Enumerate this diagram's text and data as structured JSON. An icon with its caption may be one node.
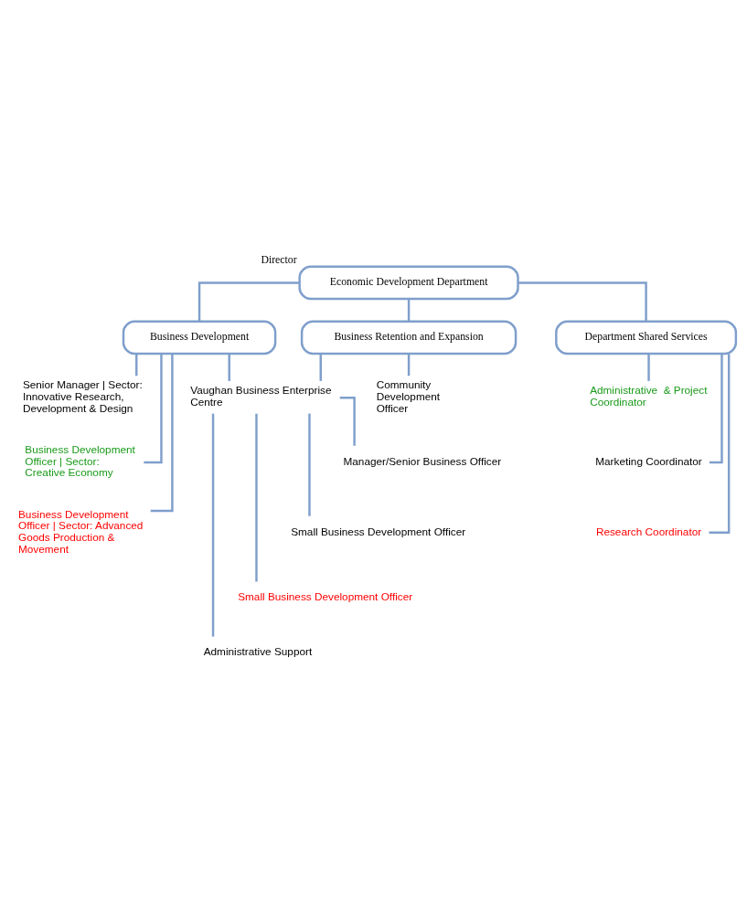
{
  "diagram": {
    "nodes": [
      {
        "text": [
          "Economic Development Department"
        ],
        "beside": [
          "Director"
        ]
      },
      {
        "text": [
          "Business Development"
        ]
      },
      {
        "text": [
          "Department Shared Services"
        ]
      },
      {
        "text": [
          "Business Retention and Expansion"
        ]
      },
      {
        "text": [
          "Senior Manager | Sector: Innovative Research, Development & Design"
        ]
      },
      {
        "text": [
          "Business Development Officer | Sector: Creative Economy"
        ]
      },
      {
        "text": [
          "Business Development Officer | Sector: Advanced Goods Production & Movement"
        ]
      },
      {
        "text": [
          "Administrative  & Project Coordinator"
        ]
      },
      {
        "text": [
          "Marketing Coordinator"
        ]
      },
      {
        "text": [
          "Research Coordinator"
        ]
      },
      {
        "text": [
          "Community Development Officer"
        ]
      },
      {
        "text": [
          "Vaughan Business Enterprise Centre"
        ]
      },
      {
        "text": [
          "Manager/Senior Business Officer"
        ]
      },
      {
        "text": [
          "Small Business Development Officer"
        ]
      },
      {
        "text": [
          "Small Business Development Officer"
        ]
      },
      {
        "text": [
          "Administrative Support"
        ]
      }
    ],
    "edges": [
      {
        "from": 0,
        "to": 1,
        "arrow": "none"
      },
      {
        "from": 0,
        "to": 2,
        "arrow": "none"
      },
      {
        "from": 0,
        "to": 3,
        "arrow": "none"
      },
      {
        "from": 1,
        "to": 4,
        "arrow": "none"
      },
      {
        "from": 1,
        "to": 5,
        "arrow": "none"
      },
      {
        "from": 1,
        "to": 6,
        "arrow": "none"
      },
      {
        "from": 2,
        "to": 7,
        "arrow": "none"
      },
      {
        "from": 2,
        "to": 8,
        "arrow": "none"
      },
      {
        "from": 2,
        "to": 9,
        "arrow": "none"
      },
      {
        "from": 3,
        "to": 10,
        "arrow": "none"
      },
      {
        "from": 1,
        "to": 11,
        "arrow": "none"
      },
      {
        "from": 3,
        "to": 11,
        "arrow": "none"
      },
      {
        "from": 11,
        "to": 12,
        "arrow": "none"
      },
      {
        "from": 11,
        "to": 13,
        "arrow": "none"
      },
      {
        "from": 11,
        "to": 14,
        "arrow": "none"
      },
      {
        "from": 11,
        "to": 15,
        "arrow": "none"
      }
    ]
  }
}
